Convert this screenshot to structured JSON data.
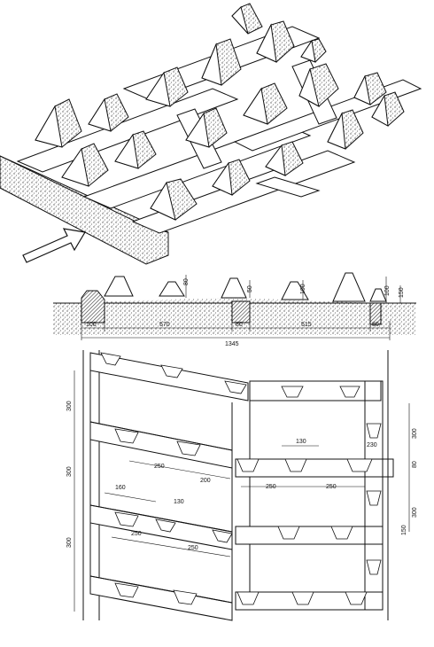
{
  "colors": {
    "ink": "#111111",
    "paper": "#ffffff",
    "stipple": "#6e6e6e",
    "hatch": "#333333"
  },
  "icons": {
    "direction_arrow": "arrow-right-up-outline-icon"
  },
  "section": {
    "heights": [
      "80",
      "50",
      "100",
      "150",
      "100"
    ],
    "widths": [
      "100",
      "570",
      "80",
      "515",
      "80"
    ],
    "total": "1345"
  },
  "plan": {
    "left_dims": [
      "300",
      "300",
      "300"
    ],
    "row1": {
      "a": "250",
      "b": "200"
    },
    "row2": {
      "a": "160",
      "b": "130"
    },
    "row3": {
      "a": "250",
      "b": "250"
    },
    "right_top": {
      "a": "130",
      "b": "230"
    },
    "right_mid": {
      "a": "250",
      "b": "250"
    },
    "right_dims": [
      "300",
      "80",
      "300",
      "150"
    ]
  }
}
